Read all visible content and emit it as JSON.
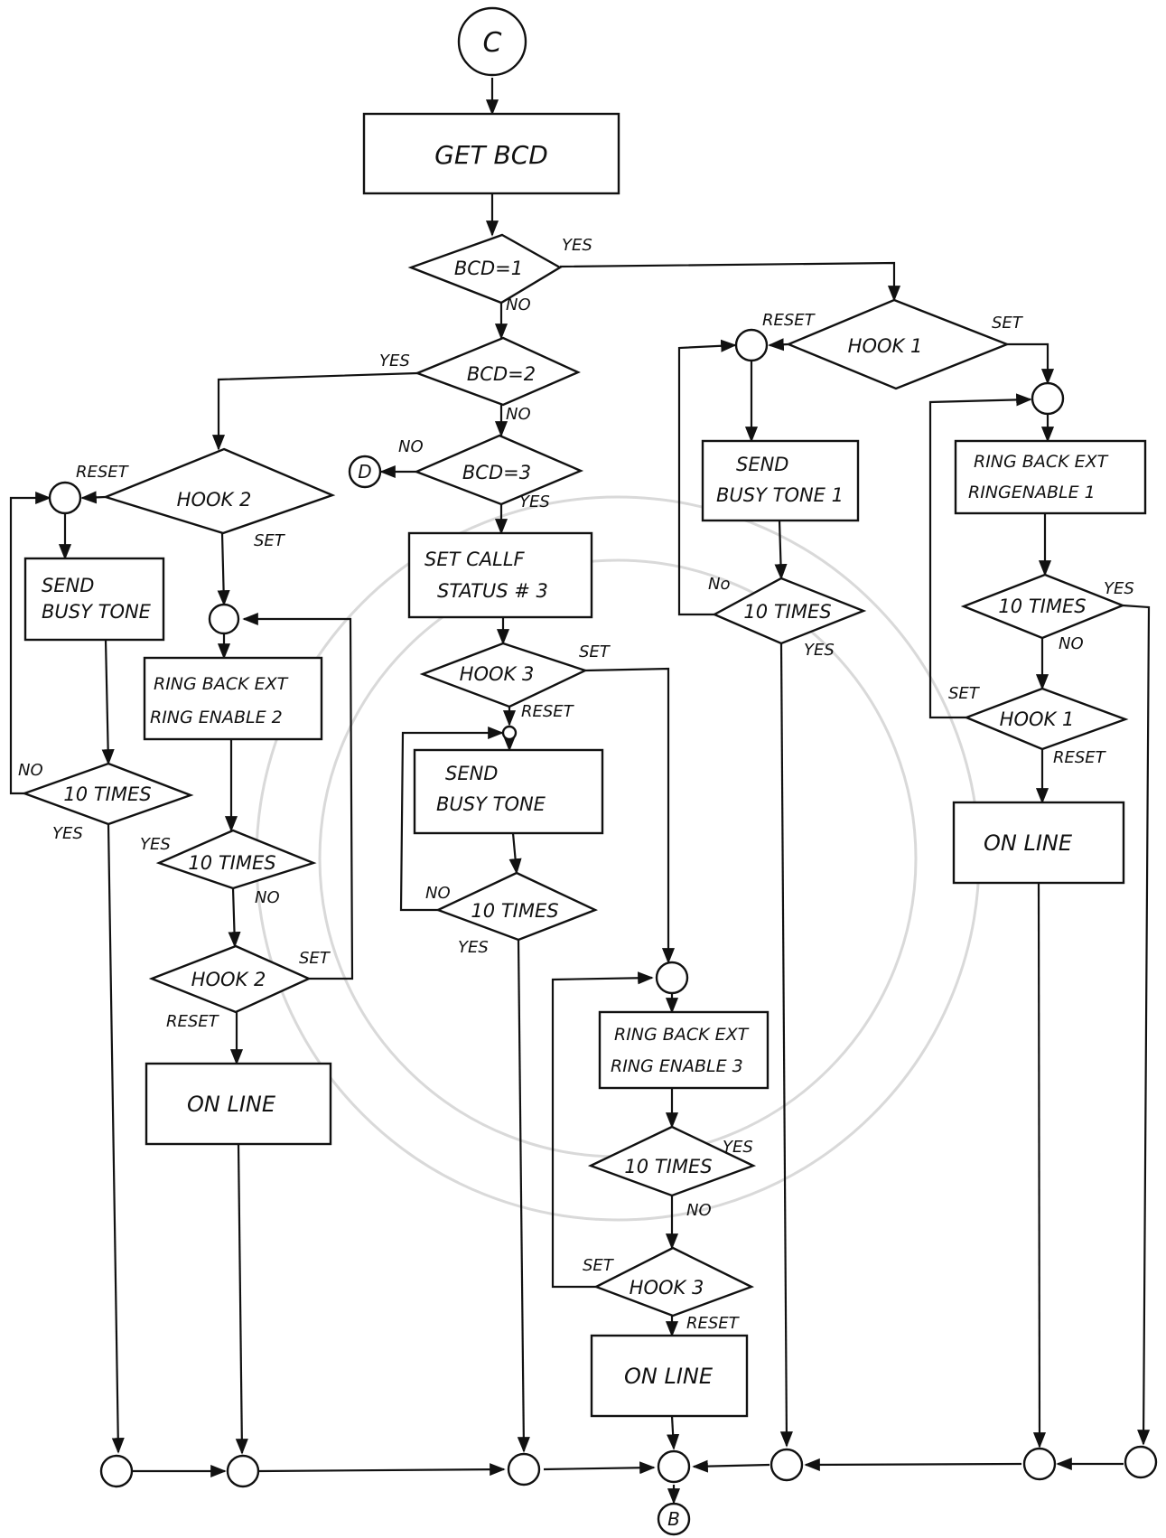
{
  "connectors": {
    "start": "C",
    "off_page": "D",
    "end": "B"
  },
  "nodes": {
    "get_bcd": "GET  BCD",
    "bcd1": "BCD=1",
    "bcd2": "BCD=2",
    "bcd3": "BCD=3",
    "hook2_a": "HOOK 2",
    "send_busy_tone_2": [
      "SEND",
      "BUSY TONE"
    ],
    "ten_times_a": "10 TIMES",
    "ring_back_2": [
      "RING BACK EXT",
      "RING ENABLE 2"
    ],
    "ten_times_b": "10 TIMES",
    "hook2_b": "HOOK 2",
    "on_line_2": "ON  LINE",
    "set_callf": [
      "SET  CALLF",
      "STATUS # 3"
    ],
    "hook3_a": "HOOK 3",
    "send_busy_tone_3": [
      "SEND",
      "BUSY  TONE"
    ],
    "ten_times_c": "10 TIMES",
    "ring_back_3": [
      "RING BACK EXT",
      "RING ENABLE 3"
    ],
    "ten_times_d": "10 TIMES",
    "hook3_b": "HOOK 3",
    "on_line_3": "ON  LINE",
    "hook1_a": "HOOK  1",
    "send_busy_tone_1": [
      "SEND",
      "BUSY TONE 1"
    ],
    "ten_times_e": "10 TIMES",
    "ring_back_1": [
      "RING BACK EXT",
      "RINGENABLE 1"
    ],
    "ten_times_f": "10 TIMES",
    "hook1_b": "HOOK 1",
    "on_line_1": "ON  LINE"
  },
  "edge_labels": {
    "bcd1_yes": "YES",
    "bcd1_no": "NO",
    "bcd2_yes": "YES",
    "bcd2_no": "NO",
    "bcd3_no": "NO",
    "bcd3_yes": "YES",
    "hook2a_reset": "RESET",
    "hook2a_set": "SET",
    "tta_no": "NO",
    "tta_yes": "YES",
    "ttb_yes": "YES",
    "ttb_no": "NO",
    "hook2b_set": "SET",
    "hook2b_reset": "RESET",
    "hook3a_set": "SET",
    "hook3a_reset": "RESET",
    "ttc_no": "NO",
    "ttc_yes": "YES",
    "ttd_yes": "YES",
    "ttd_no": "NO",
    "hook3b_set": "SET",
    "hook3b_reset": "RESET",
    "hook1a_reset": "RESET",
    "hook1a_set": "SET",
    "tte_no": "No",
    "tte_yes": "YES",
    "ttf_yes": "YES",
    "ttf_no": "NO",
    "hook1b_set": "SET",
    "hook1b_reset": "RESET"
  }
}
